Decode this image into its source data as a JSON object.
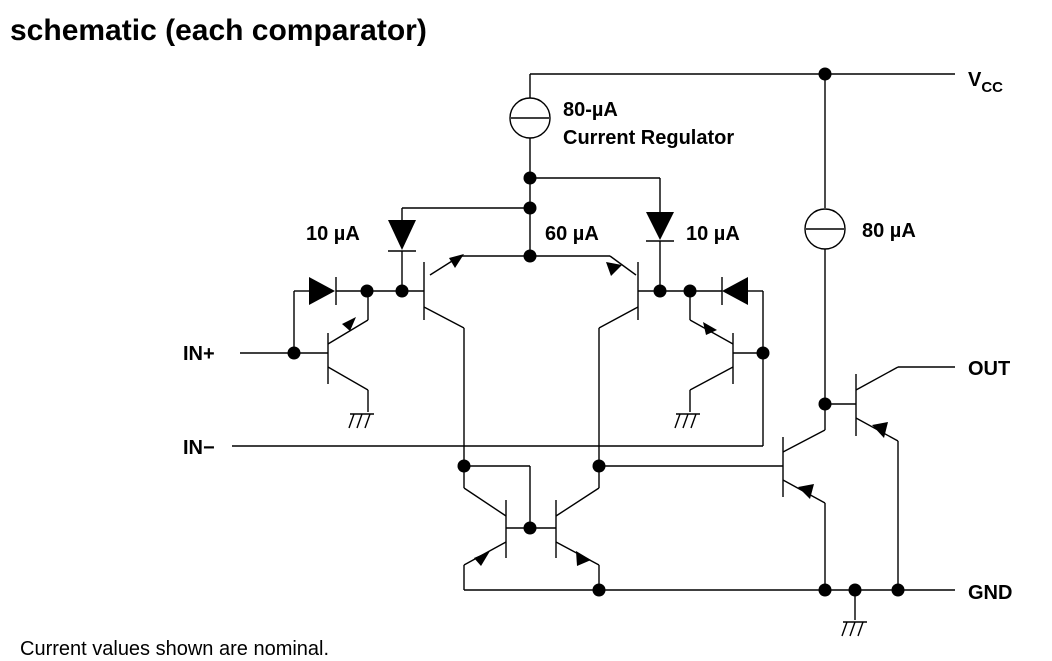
{
  "title": "schematic (each comparator)",
  "note": "Current values shown are nominal.",
  "labels": {
    "vcc_main": "V",
    "vcc_sub": "CC",
    "current_regulator_value": "80-µA",
    "current_regulator_text": "Current Regulator",
    "left_diode_current": "10 µA",
    "tail_current": "60 µA",
    "right_diode_current": "10 µA",
    "output_source_current": "80 µA",
    "in_plus": "IN+",
    "in_minus": "IN−",
    "out": "OUT",
    "gnd": "GND"
  }
}
